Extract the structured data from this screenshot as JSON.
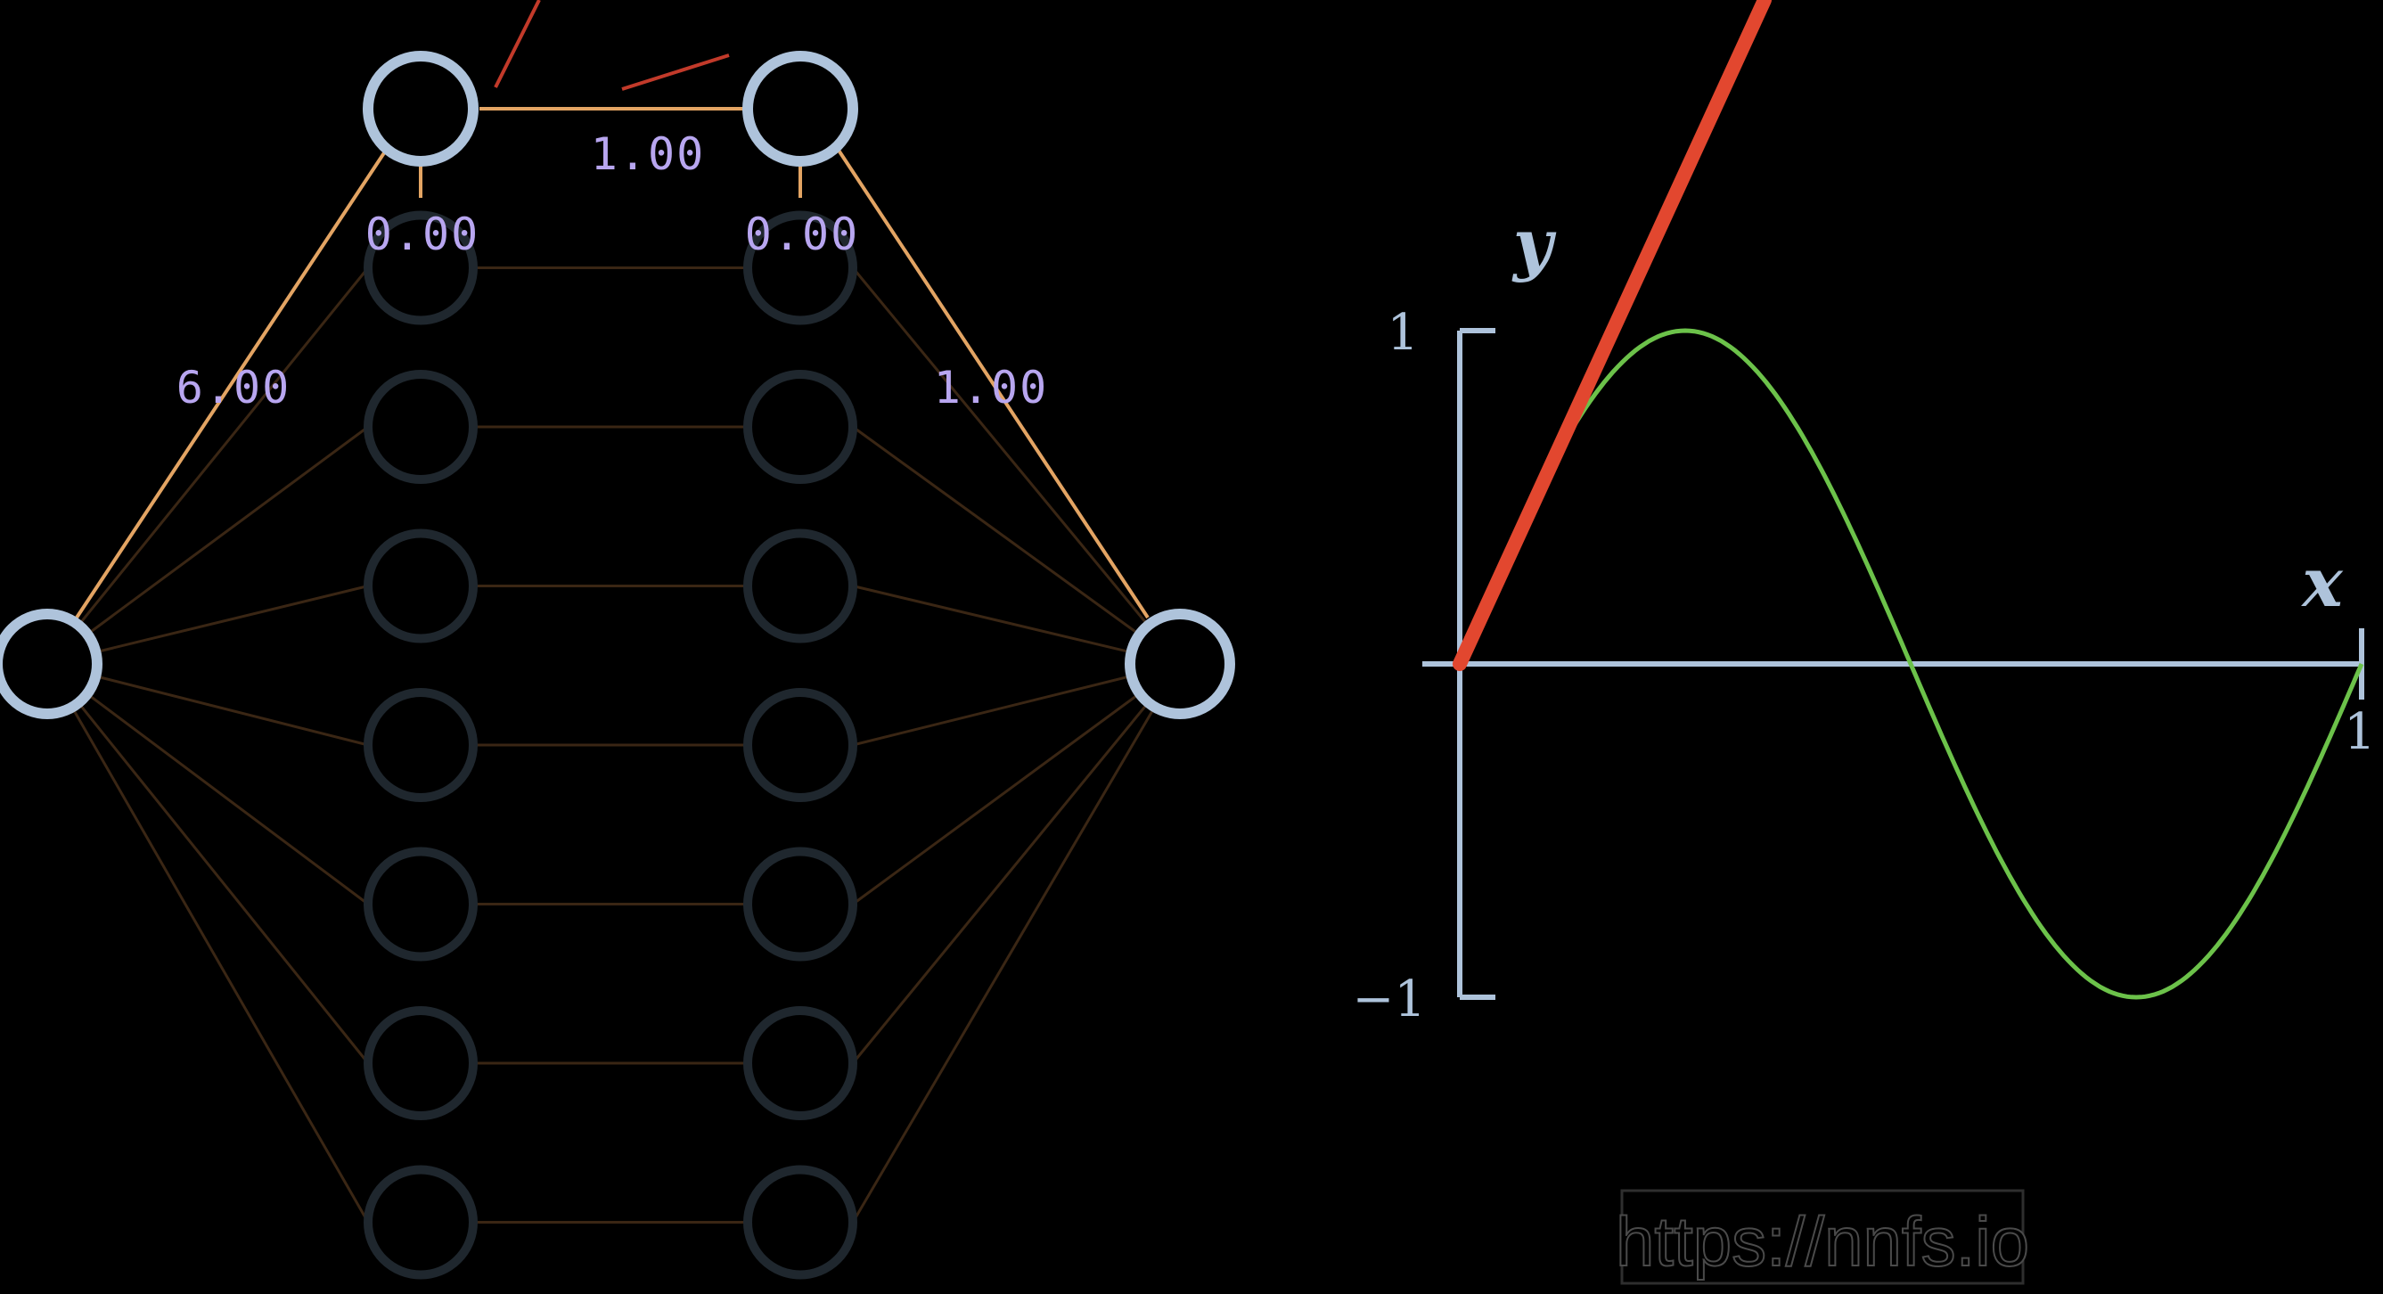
{
  "network": {
    "labels": {
      "top_weight": "1.00",
      "bias_left": "0.00",
      "bias_right": "0.00",
      "input_weight": "6.00",
      "output_weight": "1.00"
    },
    "hidden_layers": 2,
    "neurons_per_layer": 8,
    "active_neuron_index": 0
  },
  "plot": {
    "x_axis_name": "x",
    "y_axis_name": "y",
    "y_tick_top": "1",
    "y_tick_bottom": "−1",
    "x_tick_right": "1",
    "colors": {
      "axes": "#aec3db",
      "target_curve": "#6cc24a",
      "prediction_line": "#e2472f"
    }
  },
  "watermark": "https://nnfs.io"
}
